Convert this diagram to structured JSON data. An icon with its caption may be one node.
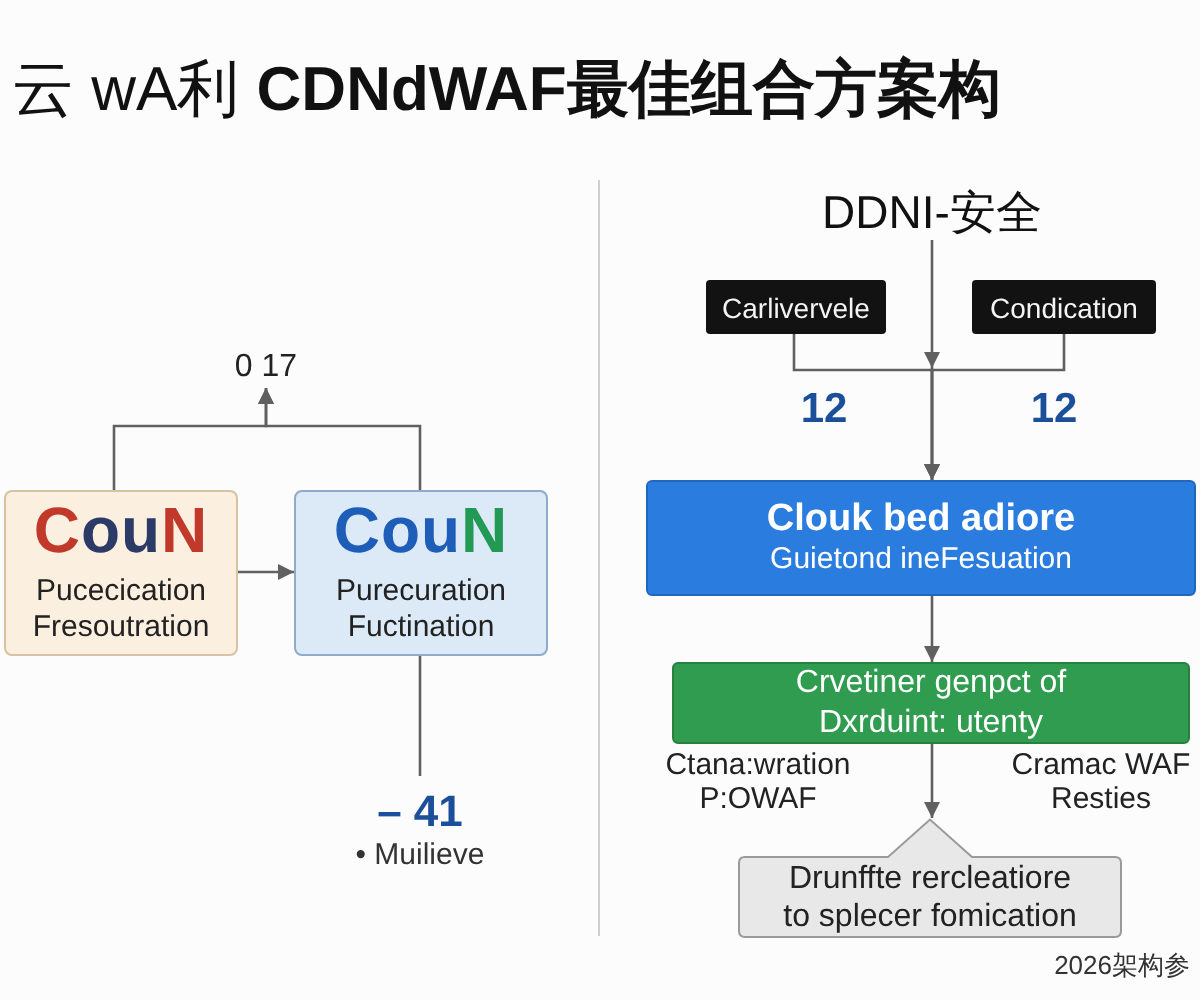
{
  "diagram": {
    "title": "云 wA利 **CDNdWAF最佳组合方案构**",
    "nodes": [
      {
        "text": [
          "0 17"
        ]
      },
      {
        "text": [
          "CouN",
          "Pucecication Fresoutration"
        ]
      },
      {
        "text": [
          "CouN",
          "Purecuration Fuctination"
        ]
      },
      {
        "text": [
          "– 41",
          "• Muilieve"
        ]
      },
      {
        "text": [
          "DDNI-安全"
        ]
      },
      {
        "text": [
          "Carlivervele"
        ]
      },
      {
        "text": [
          "Condication"
        ]
      },
      {
        "text": [
          "Clouk bed adiore",
          "Guietond ineFesuation"
        ]
      },
      {
        "text": [
          "Crvetiner genpct of Dxrduint: utenty"
        ]
      },
      {
        "text": [
          "Drunffte rercleatiore to splecer fomication"
        ]
      }
    ],
    "edges": [
      {
        "from": 1,
        "to": 0,
        "arrow": "to"
      },
      {
        "from": 2,
        "to": 0,
        "arrow": "to"
      },
      {
        "from": 1,
        "to": 2,
        "arrow": "to"
      },
      {
        "from": 2,
        "to": 3,
        "arrow": "none"
      },
      {
        "from": 4,
        "to": 7,
        "arrow": "to"
      },
      {
        "from": 5,
        "to": 7,
        "arrow": "to"
      },
      {
        "from": 6,
        "to": 7,
        "arrow": "to"
      },
      {
        "from": 7,
        "to": 8,
        "arrow": "to"
      },
      {
        "from": 8,
        "to": 9,
        "arrow": "to"
      }
    ],
    "labels": [
      "12",
      "12",
      "Ctana:wration P:OWAF",
      "Cramac WAF Resties",
      "2026架构参"
    ]
  }
}
